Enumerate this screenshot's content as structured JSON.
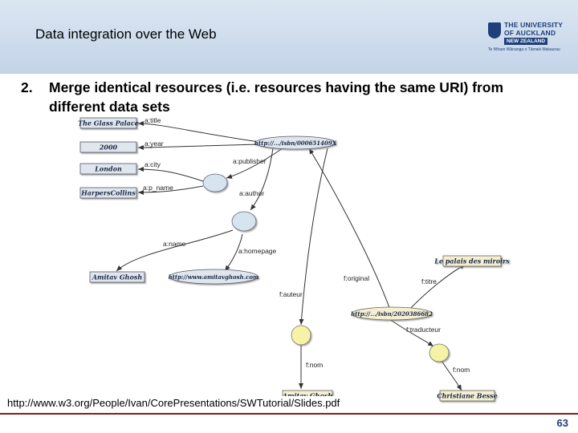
{
  "header": {
    "title": "Data integration over the Web",
    "logo": {
      "line1": "THE UNIVERSITY",
      "line2": "OF AUCKLAND",
      "line3": "NEW ZEALAND",
      "maori": "Te Whare Wānanga o Tāmaki Makaurau"
    }
  },
  "point": {
    "number": "2.",
    "text": "Merge identical resources (i.e. resources having the same URI) from different data sets"
  },
  "diagram": {
    "literals": {
      "title": "The Glass Palace",
      "year": "2000",
      "city": "London",
      "publisher_name": "HarpersCollins",
      "name_en": "Amitav Ghosh",
      "homepage": "http://www.amitavghosh.com",
      "titre": "Le palais des miroirs",
      "name_fr": "Amitav Ghosh",
      "translator_name": "Christiane Besse"
    },
    "uris": {
      "isbn_en": "http://.../isbn/000651409X",
      "isbn_fr": "http://.../isbn/2020386682"
    },
    "edges": {
      "title": "a:title",
      "year": "a:year",
      "city": "a:city",
      "p_name": "a:p_name",
      "publisher": "a:publisher",
      "author": "a:author",
      "name": "a:name",
      "homepage": "a:homepage",
      "original": "f:original",
      "titre": "f:titre",
      "auteur": "f:auteur",
      "traducteur": "f:traducteur",
      "nom_author": "f:nom",
      "nom_translator": "f:nom"
    }
  },
  "source_url": "http://www.w3.org/People/Ivan/CorePresentations/SWTutorial/Slides.pdf",
  "page_number": "63"
}
